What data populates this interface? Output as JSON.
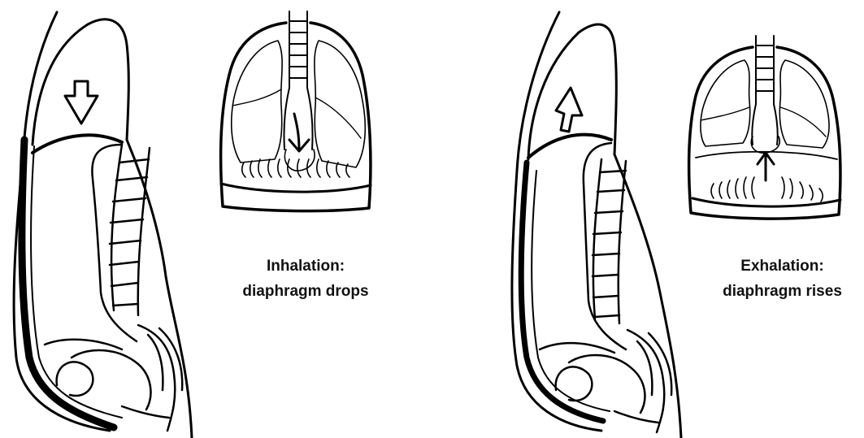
{
  "inhalation": {
    "line1": "Inhalation:",
    "line2": "diaphragm drops"
  },
  "exhalation": {
    "line1": "Exhalation:",
    "line2": "diaphragm rises"
  },
  "colors": {
    "ink": "#000000",
    "background": "#ffffff"
  }
}
